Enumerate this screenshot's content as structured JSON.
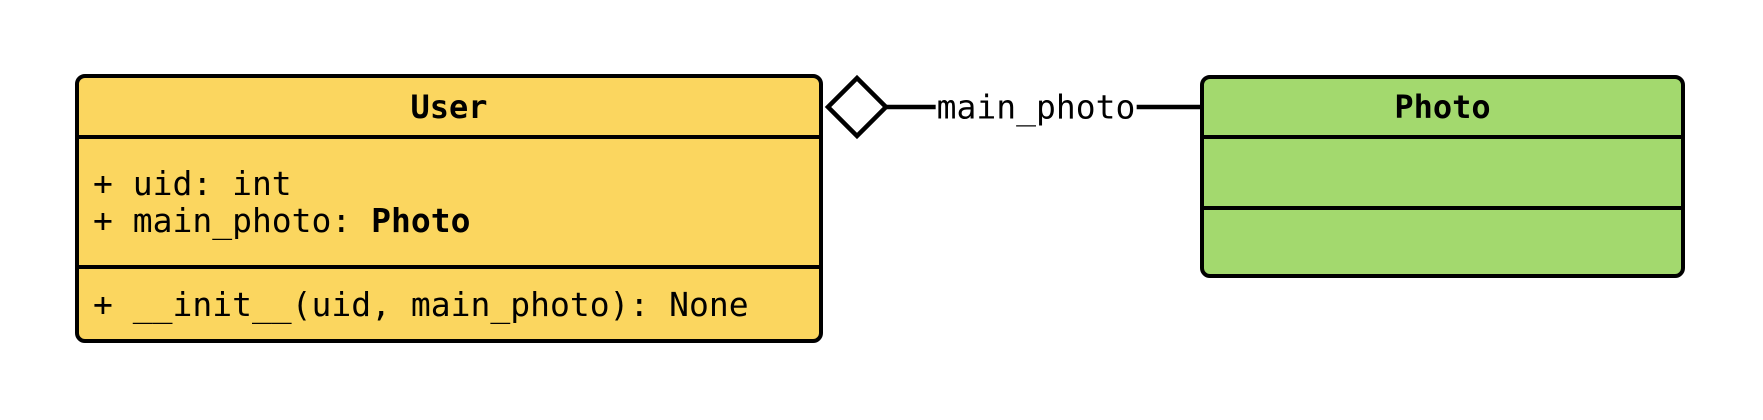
{
  "diagram": {
    "background": "#ffffff",
    "stroke_color": "#000000",
    "classes": [
      {
        "name": "User",
        "fill": "#FBD65F",
        "attributes": [
          {
            "text": "+ uid: int",
            "bold_type": ""
          },
          {
            "text": "+ main_photo: ",
            "bold_type": "Photo"
          }
        ],
        "methods": [
          {
            "text": "+ __init__(uid, main_photo): None"
          }
        ]
      },
      {
        "name": "Photo",
        "fill": "#A3D96E",
        "attributes": [],
        "methods": []
      }
    ],
    "relationship": {
      "kind": "aggregation",
      "label": "main_photo",
      "from": "User",
      "to": "Photo",
      "diamond_fill": "#ffffff"
    }
  }
}
